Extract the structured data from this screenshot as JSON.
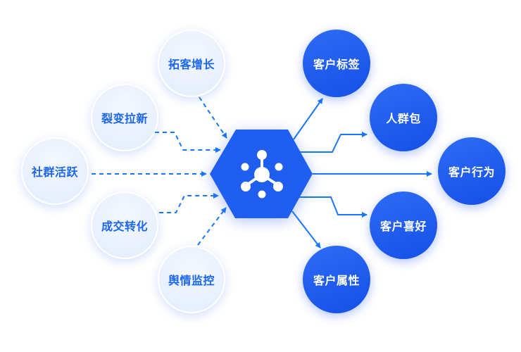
{
  "inputs": [
    "拓客增长",
    "裂变拉新",
    "社群活跃",
    "成交转化",
    "舆情监控"
  ],
  "outputs": [
    "客户标签",
    "人群包",
    "客户行为",
    "客户喜好",
    "客户属性"
  ],
  "center_icon": "hub-network-icon",
  "colors": {
    "accent": "#1f5ff0",
    "line": "#1677ff",
    "light_text": "#1a66f0"
  }
}
